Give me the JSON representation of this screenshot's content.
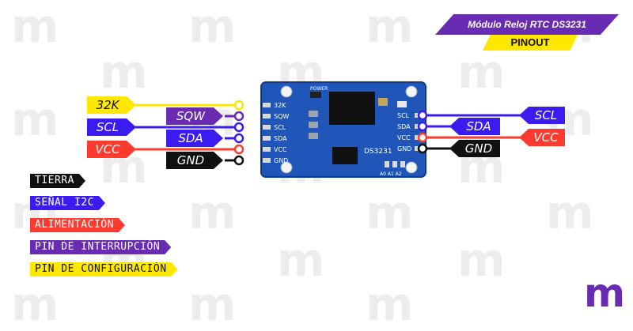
{
  "header": {
    "title": "Módulo Reloj RTC DS3231",
    "subtitle": "PINOUT"
  },
  "colors": {
    "purple": "#6a2bb3",
    "yellow": "#ffe800",
    "blue": "#3b1cf0",
    "red": "#ff3b2f",
    "black": "#111111",
    "pcb_blue": "#1f56b7",
    "logo_purple": "#6a2bb3"
  },
  "watermark": {
    "glyph": "m"
  },
  "module": {
    "chip_label": "DS3231",
    "power_label": "POWER",
    "left_pins": [
      "32K",
      "SQW",
      "SCL",
      "SDA",
      "VCC",
      "GND"
    ],
    "right_pins": [
      "SCL",
      "SDA",
      "VCC",
      "GND"
    ],
    "bottom_pads": "A0 A1 A2"
  },
  "left_labels_outer": [
    {
      "text": "32K",
      "color": "yellow",
      "text_color": "black"
    },
    {
      "text": "SCL",
      "color": "blue",
      "text_color": "white"
    },
    {
      "text": "VCC",
      "color": "red",
      "text_color": "white"
    }
  ],
  "left_labels_inner": [
    {
      "text": "SQW",
      "color": "purple",
      "text_color": "white"
    },
    {
      "text": "SDA",
      "color": "blue",
      "text_color": "white"
    },
    {
      "text": "GND",
      "color": "black",
      "text_color": "white"
    }
  ],
  "right_labels_outer": [
    {
      "text": "SCL",
      "color": "blue",
      "text_color": "white"
    },
    {
      "text": "VCC",
      "color": "red",
      "text_color": "white"
    }
  ],
  "right_labels_inner": [
    {
      "text": "SDA",
      "color": "blue",
      "text_color": "white"
    },
    {
      "text": "GND",
      "color": "black",
      "text_color": "white"
    }
  ],
  "legend": [
    {
      "text": "TIERRA",
      "color": "black",
      "text_color": "white"
    },
    {
      "text": "SEÑAL I2C",
      "color": "blue",
      "text_color": "white"
    },
    {
      "text": "ALIMENTACIÓN",
      "color": "red",
      "text_color": "white"
    },
    {
      "text": "PIN DE INTERRUPCIÓN",
      "color": "purple",
      "text_color": "white"
    },
    {
      "text": "PIN DE CONFIGURACIÓN",
      "color": "yellow",
      "text_color": "black"
    }
  ],
  "logo": {
    "glyph": "m"
  }
}
